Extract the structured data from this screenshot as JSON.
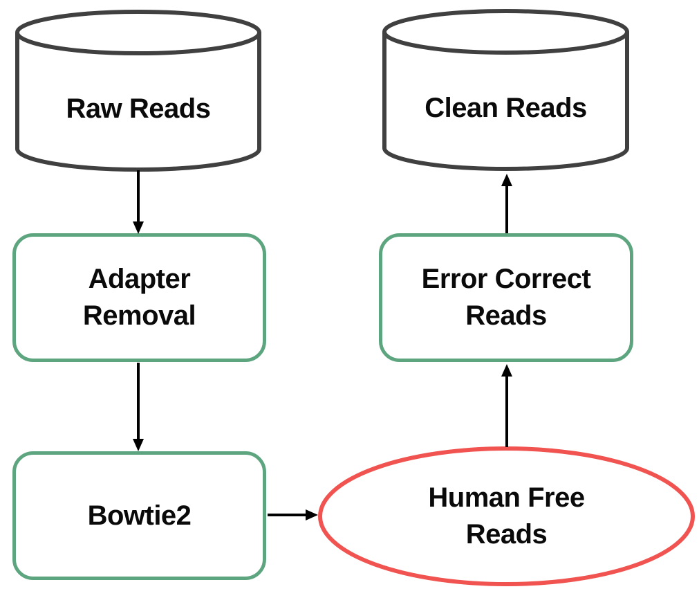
{
  "colors": {
    "green": "#5DA57F",
    "red": "#F05350",
    "gray": "#404040",
    "arrow": "#000000",
    "ink": "#0a0a0a",
    "bg": "#ffffff"
  },
  "nodes": {
    "raw_reads": {
      "label": "Raw Reads",
      "shape": "cylinder"
    },
    "clean_reads": {
      "label": "Clean Reads",
      "shape": "cylinder"
    },
    "adapter_removal": {
      "lines": [
        "Adapter",
        "Removal"
      ],
      "shape": "rounded-rect"
    },
    "error_correct_reads": {
      "lines": [
        "Error Correct",
        "Reads"
      ],
      "shape": "rounded-rect"
    },
    "bowtie2": {
      "label": "Bowtie2",
      "shape": "rounded-rect"
    },
    "human_free_reads": {
      "lines": [
        "Human Free",
        "Reads"
      ],
      "shape": "ellipse"
    }
  },
  "edges": [
    {
      "from": "raw_reads",
      "to": "adapter_removal",
      "direction": "down"
    },
    {
      "from": "adapter_removal",
      "to": "bowtie2",
      "direction": "down"
    },
    {
      "from": "bowtie2",
      "to": "human_free_reads",
      "direction": "right"
    },
    {
      "from": "human_free_reads",
      "to": "error_correct_reads",
      "direction": "up"
    },
    {
      "from": "error_correct_reads",
      "to": "clean_reads",
      "direction": "up"
    }
  ]
}
